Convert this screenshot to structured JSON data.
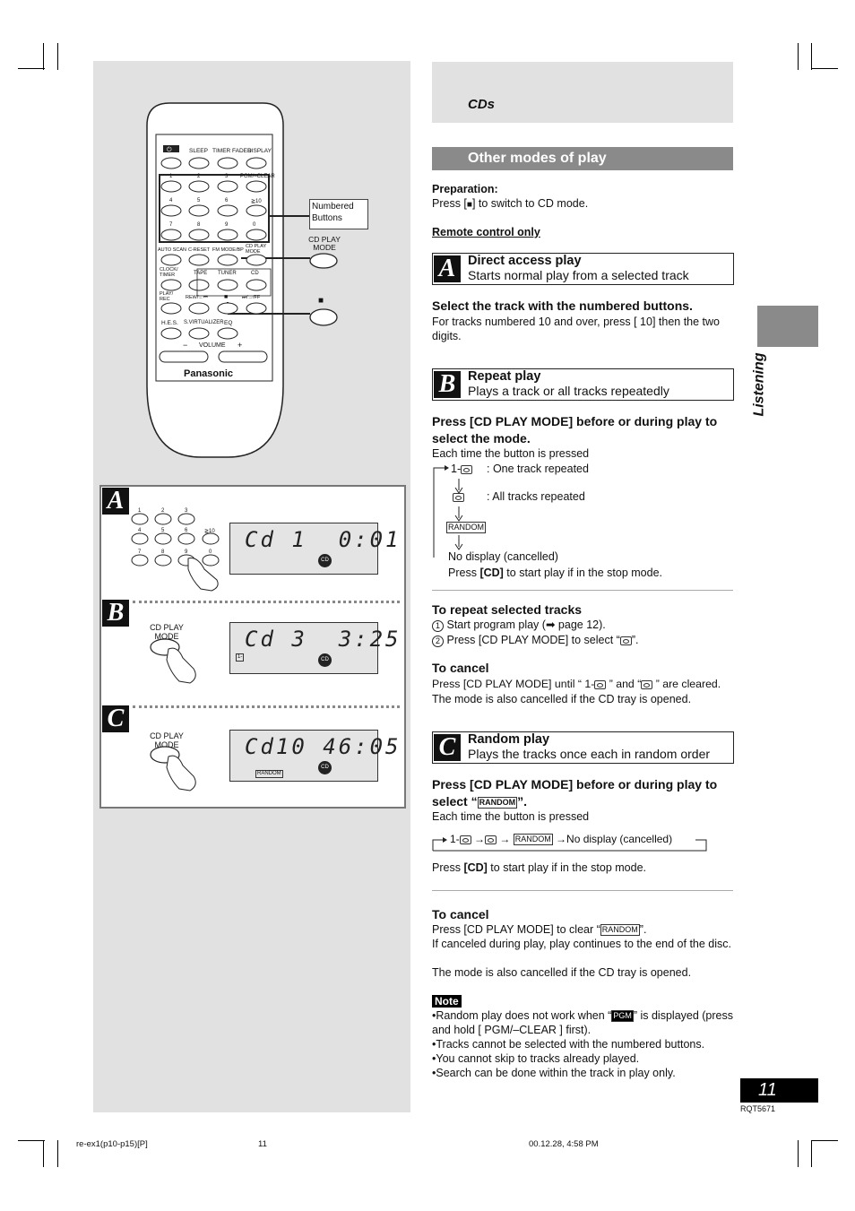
{
  "header": {
    "section": "CDs",
    "title": "Other modes of play"
  },
  "preparation": {
    "label": "Preparation:",
    "text_pre": "Press [",
    "text_post": "] to switch to CD mode."
  },
  "remote_only": "Remote control only",
  "section_a": {
    "letter": "A",
    "title": "Direct access play",
    "subtitle": "Starts normal play from a selected track",
    "step": "Select the track with the numbered buttons.",
    "detail": "For tracks numbered 10 and over, press [  10] then the two digits."
  },
  "section_b": {
    "letter": "B",
    "title": "Repeat play",
    "subtitle": "Plays a track or all tracks repeatedly",
    "step": "Press [CD PLAY MODE] before or during play to select the mode.",
    "each_time": "Each time the button is pressed",
    "one_prefix": "1-",
    "one_track": ": One track repeated",
    "all_tracks": ": All tracks repeated",
    "random_tag": "RANDOM",
    "no_display": "No display (cancelled)",
    "press_cd_pre": "Press ",
    "press_cd_bold": "[CD]",
    "press_cd_post": " to start play if in the stop mode.",
    "repeat_selected": "To repeat selected tracks",
    "step1_num": "1",
    "step1": "Start program play (",
    "step1_post": " page 12).",
    "step2_num": "2",
    "step2": "Press [CD PLAY MODE] to select “",
    "step2_post": "”.",
    "cancel_heading": "To cancel",
    "cancel_1": "Press [CD PLAY MODE] until “ 1-",
    "cancel_2": " ” and “",
    "cancel_3": " ” are cleared.",
    "cancel_line2": "The mode is also cancelled if the CD tray is opened."
  },
  "section_c": {
    "letter": "C",
    "title": "Random play",
    "subtitle": "Plays the tracks once each in random order",
    "step_1": "Press [CD PLAY MODE] before or during play to",
    "step_2_pre": "select “",
    "step_2_post": "”.",
    "each_time": "Each time the button is pressed",
    "seq_no_display": "No display (cancelled)",
    "press_cd_pre": "Press ",
    "press_cd_bold": "[CD]",
    "press_cd_post": " to start play if in the stop mode.",
    "cancel_heading": "To cancel",
    "cancel_1_pre": "Press [CD PLAY MODE] to clear “",
    "cancel_1_post": "”.",
    "cancel_2": "If canceled during play, play continues to the end of the disc.",
    "cancel_3": "The mode is also cancelled if the CD tray is opened."
  },
  "note": {
    "label": "Note",
    "b1_pre": "•Random play does not work when “",
    "pgm_tag": "PGM",
    "b1_post": "” is displayed (press and hold [ PGM/–CLEAR ] first).",
    "b2": "•Tracks cannot be selected with the numbered buttons.",
    "b3": "•You cannot skip to tracks already played.",
    "b4": "•Search can be done within the track in play only."
  },
  "remote": {
    "brand": "Panasonic",
    "row1": [
      "SLEEP",
      "TIMER FADER",
      "DISPLAY"
    ],
    "keys": [
      "1",
      "2",
      "3",
      "PGM/–CLEAR",
      "4",
      "5",
      "6",
      "≧10",
      "7",
      "8",
      "9",
      "0"
    ],
    "row_func": [
      "AUTO SCAN",
      "C-RESET",
      "FM MODE/BP",
      "CD PLAY MODE"
    ],
    "row_src": [
      "CLOCK/ TIMER",
      "TAPE",
      "TUNER",
      "CD"
    ],
    "row_play": [
      "PLAY/ REC",
      "REW/←⏮",
      "■",
      "⏭/→/FF"
    ],
    "row_eq": [
      "H.E.S.",
      "S.VIRTUALIZER",
      "EQ"
    ],
    "volume": "VOLUME",
    "vol_minus": "−",
    "vol_plus": "+",
    "callout_numbered": "Numbered Buttons",
    "callout_cdplay": "CD PLAY MODE",
    "callout_stop": "■"
  },
  "diagram": {
    "a_lcd": "Cd 1  0:01",
    "b_lcd": "Cd 3  3:25",
    "c_lcd": "Cd10 46:05",
    "cd_badge": "CD",
    "cd_play_mode": "CD PLAY MODE",
    "b_tag": "1-",
    "c_tag": "RANDOM",
    "keypad": [
      "1",
      "2",
      "3",
      "4",
      "5",
      "6",
      "≧10",
      "7",
      "8",
      "9",
      "0"
    ]
  },
  "side": {
    "listening": "Listening",
    "page": "11",
    "model": "RQT5671"
  },
  "footer": {
    "file": "re-ex1(p10-p15)[P]",
    "page": "11",
    "date": "00.12.28, 4:58 PM"
  }
}
